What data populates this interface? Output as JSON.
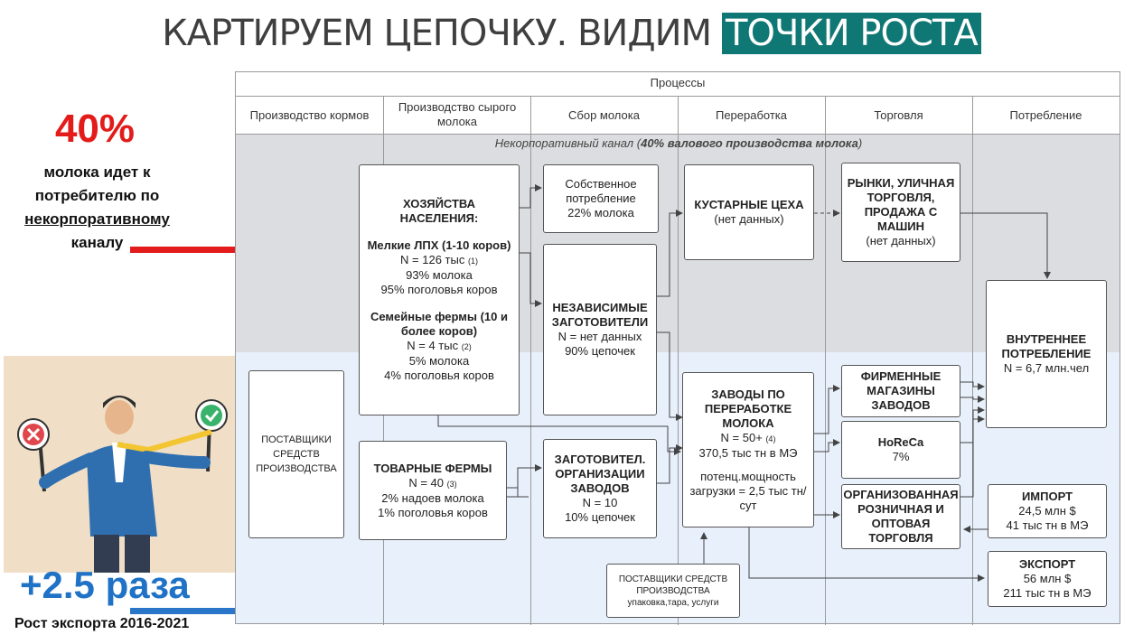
{
  "title": {
    "part1": "КАРТИРУЕМ ЦЕПОЧКУ. ВИДИМ",
    "part2": "ТОЧКИ РОСТА"
  },
  "left": {
    "stat_value": "40%",
    "stat_text_1": "молока идет к потребителю по",
    "stat_text_2": "некорпоративному",
    "stat_text_3": "каналу",
    "growth_value": "+2.5 раза",
    "growth_caption": "Рост экспорта 2016-2021"
  },
  "diagram": {
    "processes_header": "Процессы",
    "columns": [
      "Производство кормов",
      "Производство сырого молока",
      "Сбор молока",
      "Переработка",
      "Торговля",
      "Потребление"
    ],
    "band_label": "Некорпоративный канал (",
    "band_label_bold": "40% валового производства молока",
    "band_label_end": ")",
    "boxes": {
      "suppliers_left": "ПОСТАВЩИКИ СРЕДСТВ ПРОИЗВОДСТВА",
      "households": {
        "title": "ХОЗЯЙСТВА НАСЕЛЕНИЯ:",
        "sub1": "Мелкие ЛПХ (1-10 коров)",
        "l1": "N = 126 тыс",
        "l1n": "(1)",
        "l2": "93% молока",
        "l3": "95% поголовья коров",
        "sub2": "Семейные фермы (10 и более коров)",
        "l4": "N = 4 тыс",
        "l4n": "(2)",
        "l5": "5% молока",
        "l6": "4% поголовья коров"
      },
      "commercial_farms": {
        "title": "ТОВАРНЫЕ ФЕРМЫ",
        "l1": "N = 40",
        "l1n": "(3)",
        "l2": "2% надоев молока",
        "l3": "1% поголовья коров"
      },
      "own_consumption": {
        "l1": "Собственное потребление",
        "l2": "22% молока"
      },
      "independent": {
        "title": "НЕЗАВИСИМЫЕ ЗАГОТОВИТЕЛИ",
        "l1": "N = нет данных",
        "l2": "90% цепочек"
      },
      "plant_collectors": {
        "title": "ЗАГОТОВИТЕЛ. ОРГАНИЗАЦИИ ЗАВОДОВ",
        "l1": "N = 10",
        "l2": "10% цепочек"
      },
      "artisanal": {
        "title": "КУСТАРНЫЕ ЦЕХА",
        "l1": "(нет данных)"
      },
      "plants": {
        "title": "ЗАВОДЫ ПО ПЕРЕРАБОТКЕ МОЛОКА",
        "l1": "N = 50+",
        "l1n": "(4)",
        "l2": "370,5 тыс тн в МЭ",
        "l3": "потенц.мощность загрузки = 2,5 тыс тн/сут"
      },
      "markets": {
        "title": "РЫНКИ, УЛИЧНАЯ ТОРГОВЛЯ, ПРОДАЖА С МАШИН",
        "l1": "(нет данных)"
      },
      "brand_stores": {
        "title": "ФИРМЕННЫЕ МАГАЗИНЫ ЗАВОДОВ"
      },
      "horeca": {
        "title": "HoReCa",
        "l1": "7%"
      },
      "organized_retail": {
        "title": "ОРГАНИЗОВАННАЯ РОЗНИЧНАЯ И ОПТОВАЯ ТОРГОВЛЯ"
      },
      "domestic": {
        "title": "ВНУТРЕННЕЕ ПОТРЕБЛЕНИЕ",
        "l1": "N = 6,7 млн.чел"
      },
      "import": {
        "title": "ИМПОРТ",
        "l1": "24,5 млн $",
        "l2": "41 тыс тн в МЭ"
      },
      "export": {
        "title": "ЭКСПОРТ",
        "l1": "56 млн $",
        "l2": "211 тыс тн в МЭ"
      },
      "suppliers_bottom": {
        "l1": "ПОСТАВЩИКИ СРЕДСТВ ПРОИЗВОДСТВА",
        "l2": "упаковка,тара, услуги"
      }
    }
  },
  "colors": {
    "accent": "#0f7774",
    "red": "#e31b1b",
    "blue": "#1f72c6",
    "band_gray": "#dcdde0",
    "band_blue": "#e8f0fb"
  }
}
